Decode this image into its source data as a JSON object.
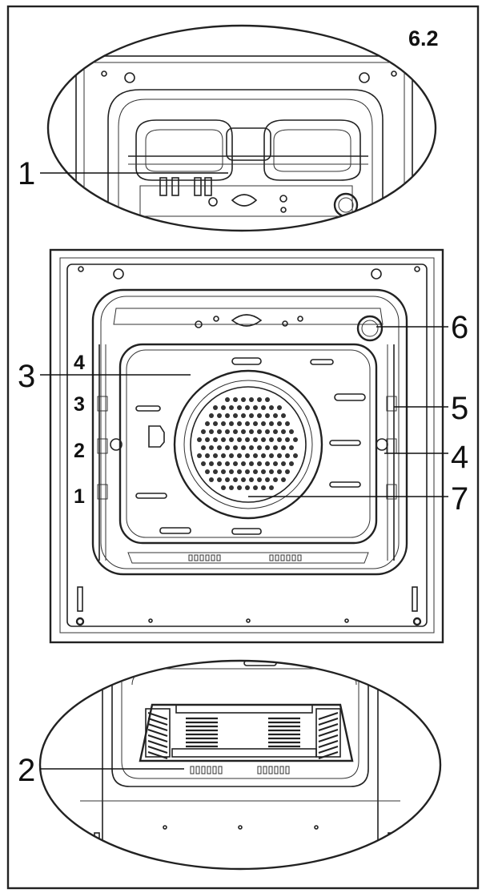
{
  "figure_number": "6.2",
  "callouts": {
    "c1": "1",
    "c2": "2",
    "c3": "3",
    "c4_left": "4",
    "c4_right": "4",
    "c5": "5",
    "c6": "6",
    "c7": "7"
  },
  "shelf_levels": [
    "4",
    "3",
    "2",
    "1"
  ]
}
